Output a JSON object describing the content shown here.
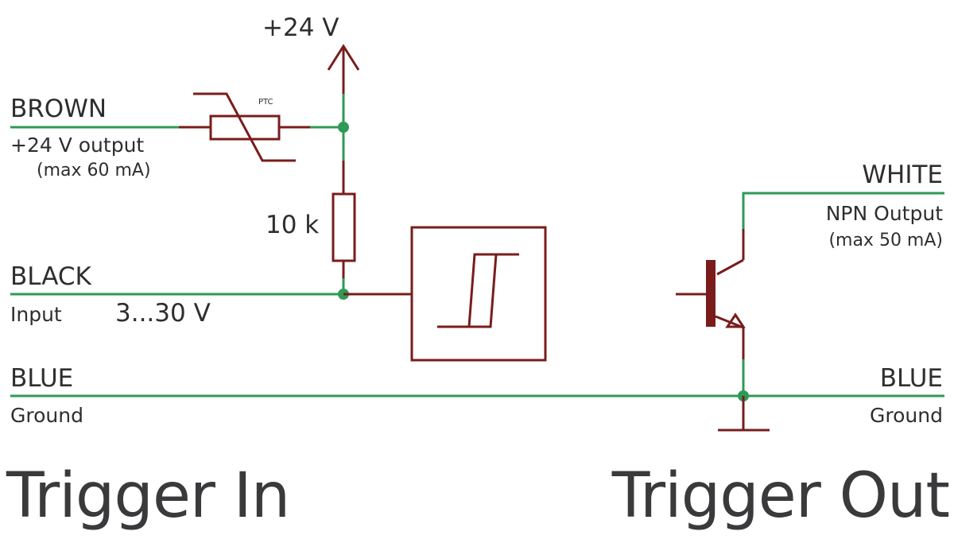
{
  "colors": {
    "wire_green": "#2e9a55",
    "component_red": "#7a1c1c",
    "text": "#2e2e2e"
  },
  "supply": {
    "label": "+24 V"
  },
  "ptc": {
    "label": "PTC"
  },
  "resistor": {
    "label": "10 k"
  },
  "left_wires": [
    {
      "name": "BROWN",
      "desc": "+24 V output",
      "desc2": "(max 60 mA)"
    },
    {
      "name": "BLACK",
      "desc": "Input",
      "desc2": "3...30 V"
    },
    {
      "name": "BLUE",
      "desc": "Ground"
    }
  ],
  "right_wires": [
    {
      "name": "WHITE",
      "desc": "NPN Output",
      "desc2": "(max 50 mA)"
    },
    {
      "name": "BLUE",
      "desc": "Ground"
    }
  ],
  "titles": {
    "left": "Trigger In",
    "right": "Trigger Out"
  }
}
